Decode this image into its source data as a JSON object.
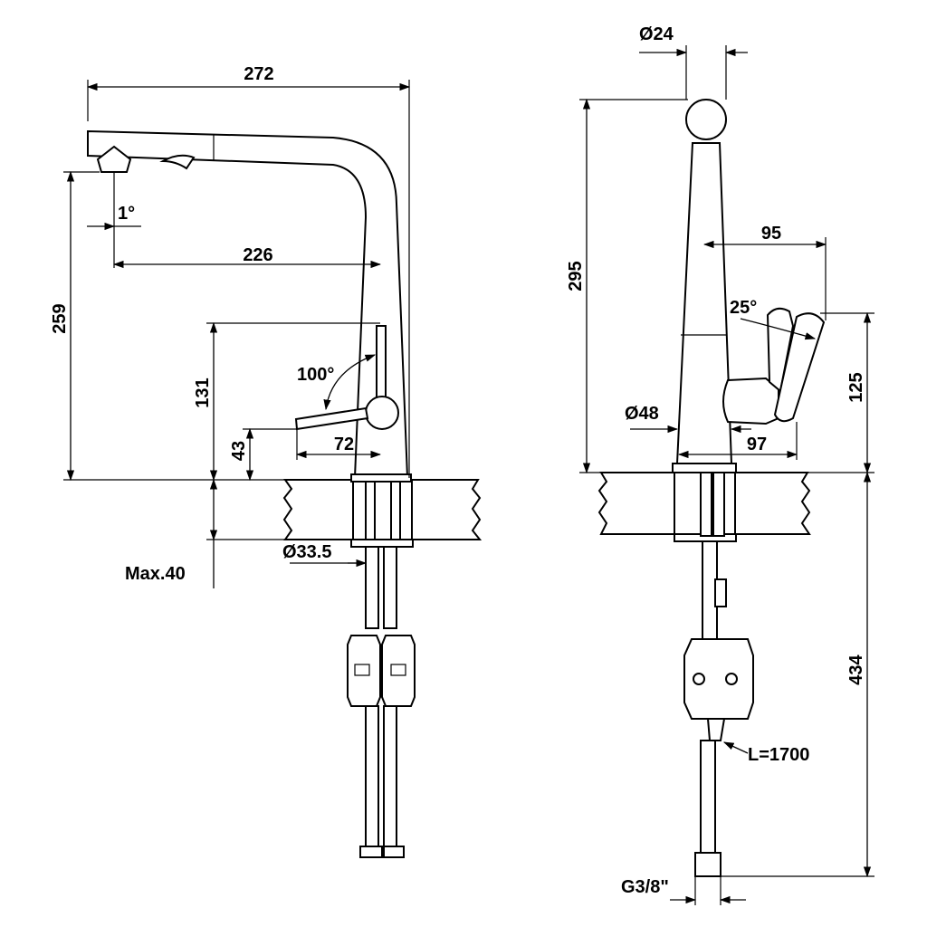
{
  "side_view": {
    "overall_width": "272",
    "aerator_angle": "1°",
    "spout_reach": "226",
    "overall_height": "259",
    "lever_height": "131",
    "lever_angle": "100°",
    "lever_length": "72",
    "base_height": "43",
    "shank_diameter": "Ø33.5",
    "max_thickness": "Max.40"
  },
  "front_view": {
    "spout_diameter": "Ø24",
    "overall_height": "295",
    "lever_offset": "95",
    "lever_angle": "25°",
    "lever_height": "125",
    "body_diameter": "Ø48",
    "lever_depth": "97",
    "hose_length_total": "434",
    "hose_length_label": "L=1700",
    "thread_size": "G3/8\""
  }
}
